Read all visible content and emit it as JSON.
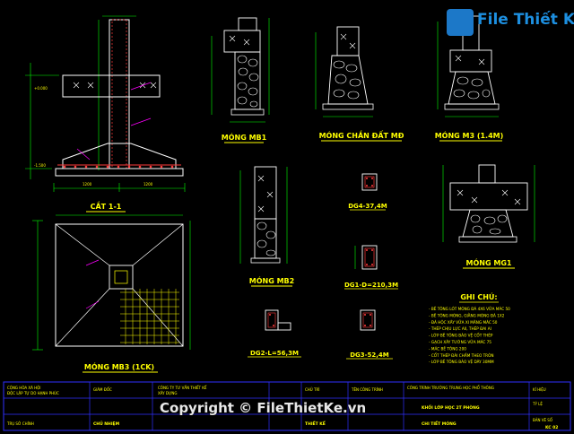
{
  "labels": {
    "cat11": "CẮT 1-1",
    "mongM1": "MÓNG MB1",
    "mongChanDat": "MÓNG CHẮN ĐẤT MĐ",
    "mongM3": "MÓNG M3 (1.4M)",
    "mongMB2": "MÓNG MB2",
    "mongMG1": "MÓNG MG1",
    "mongMB3": "MÓNG MB3 (1CK)",
    "dg4": "DG4-37,4M",
    "dg1": "DG1-D=210,3M",
    "dg2": "DG2-L=56,3M",
    "dg3": "DG3-52,4M",
    "ghiChuTitle": "GHI CHÚ:"
  },
  "notes": [
    "- BÊ TÔNG LÓT MÓNG ĐÁ 4X6 VỮA MÁC 50",
    "- BÊ TÔNG MÓNG, GIẰNG MÓNG ĐÁ 1X2",
    "- ĐÁ HỘC XÂY VỮA XI MĂNG MÁC 50",
    "- THÉP CHỊU LỰC AII, THÉP ĐAI AI",
    "- LỚP BÊ TÔNG BẢO VỆ CỐT THÉP",
    "- GẠCH XÂY TƯỜNG VỮA MÁC 75",
    "- MÁC BÊ TÔNG 200",
    "- CỐT THÉP ĐÀI CHẦM THEO TRÒN",
    "- LỚP BÊ TÔNG BẢO VỆ DÀY 30MM"
  ],
  "title_block": {
    "approved": "CHỦ NHIỆM",
    "design": "THIẾT KẾ",
    "project": "KHỐI LỚP HỌC 2T PHÒNG",
    "drawing_name": "CHI TIẾT MÓNG",
    "sheet": "KC 02"
  },
  "logo": {
    "text": "File Thiết Kế"
  },
  "watermark": "Copyright © FileThietKe.vn",
  "colors": {
    "line": "#ffffff",
    "dim": "#00ff00",
    "accent": "#ffff00",
    "rebar": "#ff3b3b",
    "rebar2": "#ff00ff",
    "cyan": "#00ffff",
    "blue": "#3030ff"
  }
}
